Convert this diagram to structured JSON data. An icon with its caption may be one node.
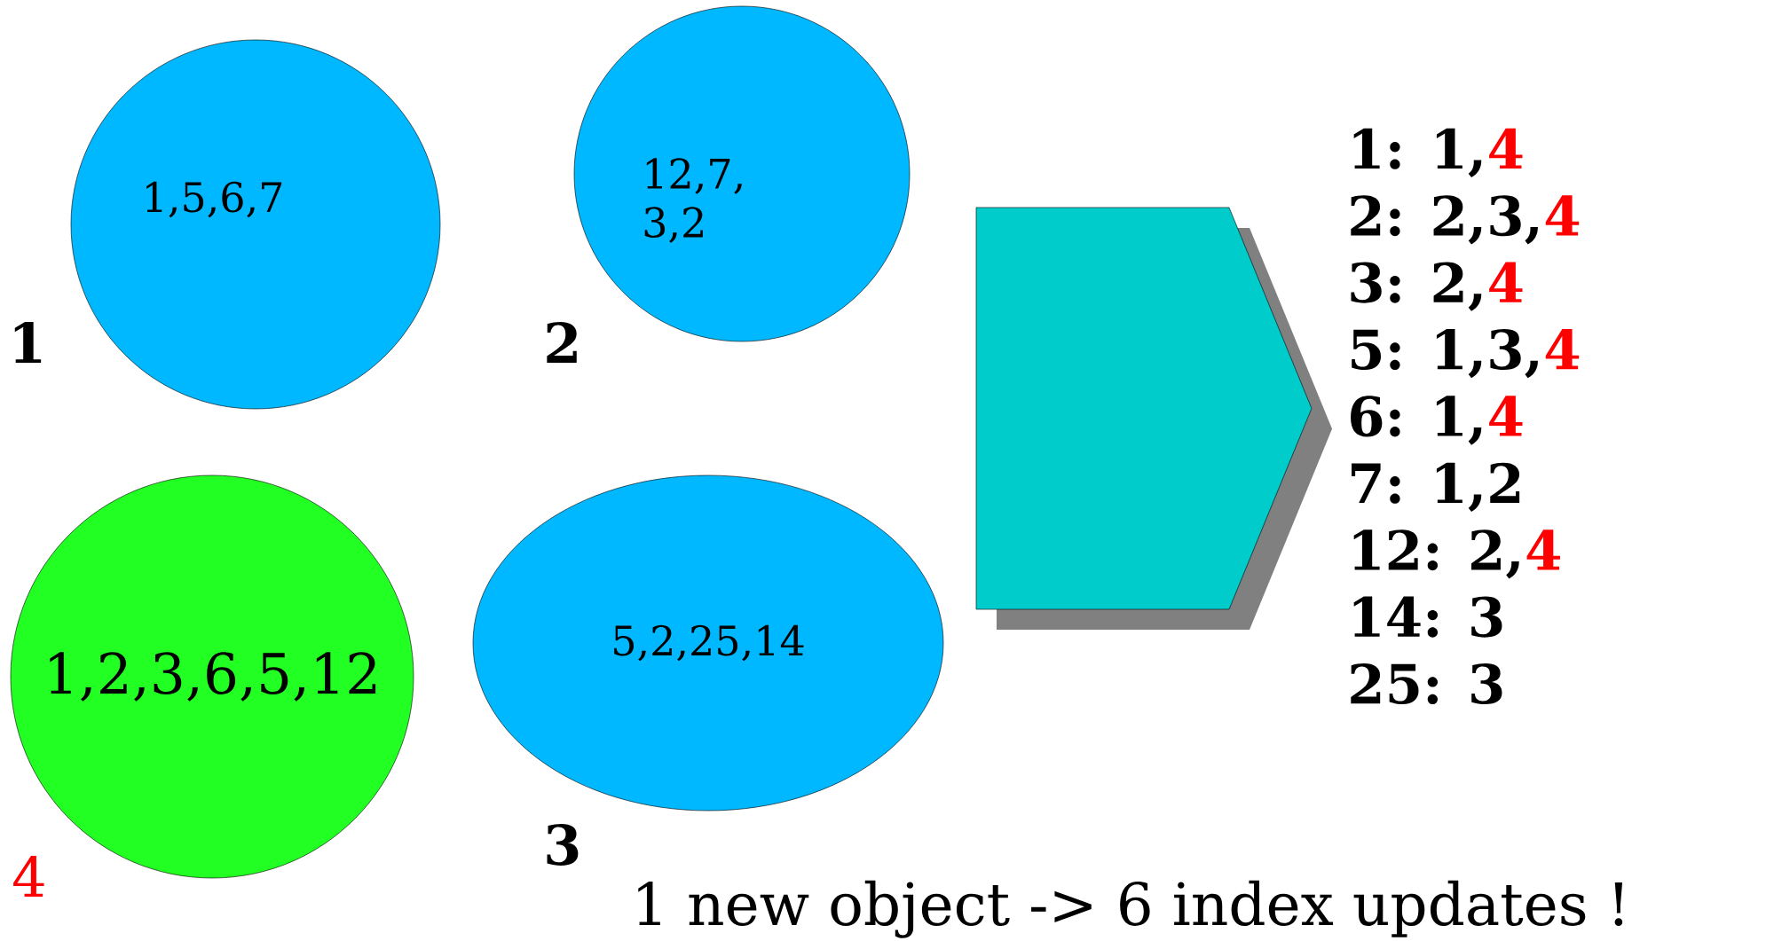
{
  "diagram": {
    "nodes": [
      {
        "text": [
          "1,5,6,7"
        ],
        "beside": [
          "1"
        ]
      },
      {
        "text": [
          "12,7, 3,2"
        ],
        "beside": [
          "2"
        ]
      },
      {
        "text": [
          "1,2,3,6,5,12"
        ],
        "beside": [
          "4"
        ]
      },
      {
        "text": [
          "5,2,25,14"
        ],
        "beside": [
          "3"
        ]
      },
      {
        "text": [],
        "shape": "arrow"
      }
    ],
    "labels": [
      "1: 1,",
      "4",
      "2: 2,3,",
      "4",
      "3: 2,",
      "4",
      "5: 1,3,",
      "4",
      "6: 1,",
      "4",
      "7: 1,2",
      "12: 2,",
      "4",
      "14: 3",
      "25: 3",
      "1 new object -> 6 index updates !"
    ]
  }
}
